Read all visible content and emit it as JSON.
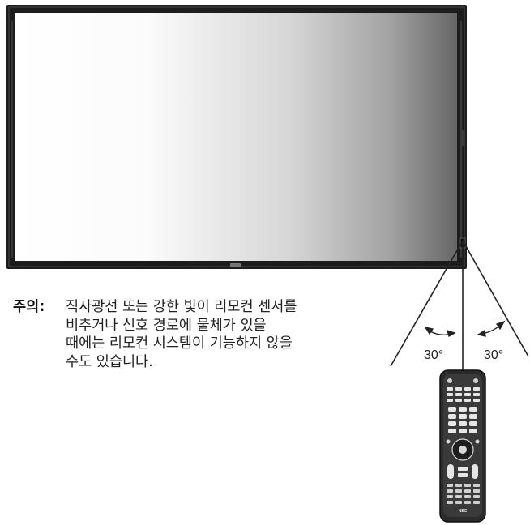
{
  "caution": {
    "label": "주의:",
    "lines": [
      "직사광선 또는 강한 빛이 리모컨 센서를",
      "비추거나 신호 경로에 물체가 있을",
      "때에는 리모컨 시스템이 기능하지 않을",
      "수도 있습니다."
    ]
  },
  "angles": {
    "left": "30°",
    "right": "30°"
  },
  "remote": {
    "brand": "NEC"
  },
  "colors": {
    "bezel": "#1a1a1a",
    "line": "#222222",
    "screen_light": "#ffffff",
    "screen_dark": "#6b6b6b"
  }
}
